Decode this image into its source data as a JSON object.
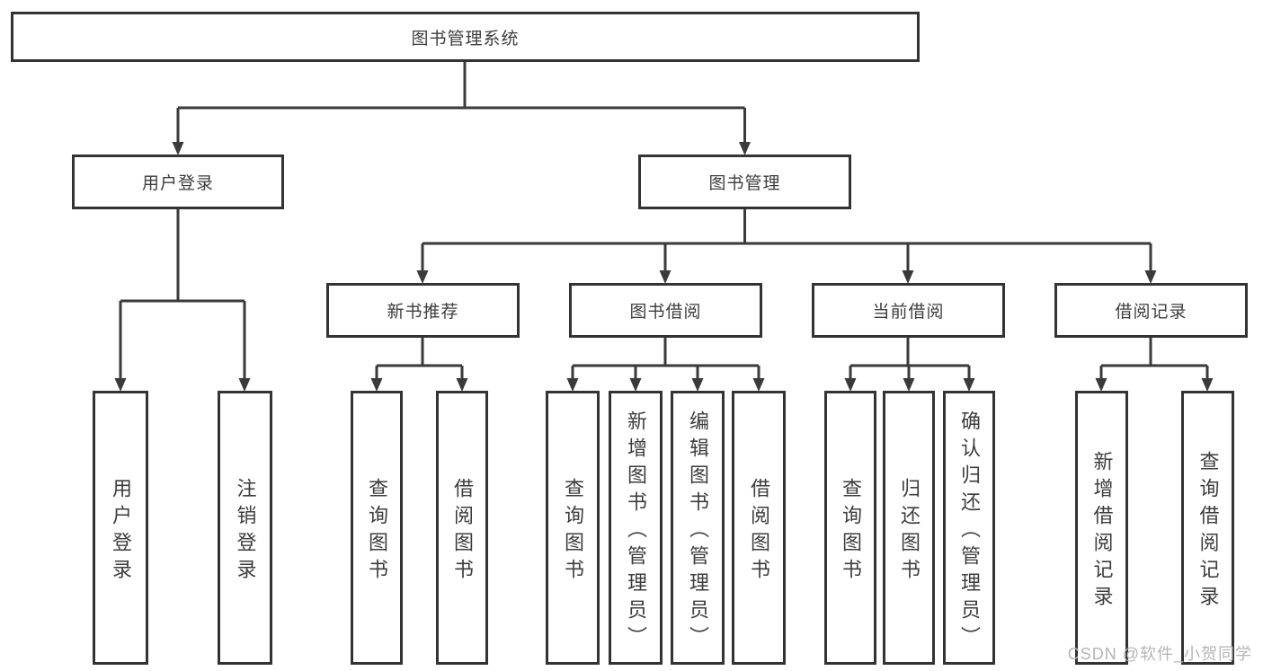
{
  "tree": {
    "root": {
      "label": "图书管理系统"
    },
    "children": [
      {
        "label": "用户登录",
        "children": [
          {
            "label": "用户登录"
          },
          {
            "label": "注销登录"
          }
        ]
      },
      {
        "label": "图书管理",
        "children": [
          {
            "label": "新书推荐",
            "children": [
              {
                "label": "查询图书"
              },
              {
                "label": "借阅图书"
              }
            ]
          },
          {
            "label": "图书借阅",
            "children": [
              {
                "label": "查询图书"
              },
              {
                "label": "新增图书（管理员）"
              },
              {
                "label": "编辑图书（管理员）"
              },
              {
                "label": "借阅图书"
              }
            ]
          },
          {
            "label": "当前借阅",
            "children": [
              {
                "label": "查询图书"
              },
              {
                "label": "归还图书"
              },
              {
                "label": "确认归还（管理员）"
              }
            ]
          },
          {
            "label": "借阅记录",
            "children": [
              {
                "label": "新增借阅记录"
              },
              {
                "label": "查询借阅记录"
              }
            ]
          }
        ]
      }
    ]
  },
  "watermark": "CSDN @软件_小贺同学",
  "colors": {
    "line": "#3a3a3a",
    "box_border": "#333333",
    "text": "#3d3d3d",
    "watermark": "#b5b5b5",
    "background": "#ffffff"
  }
}
